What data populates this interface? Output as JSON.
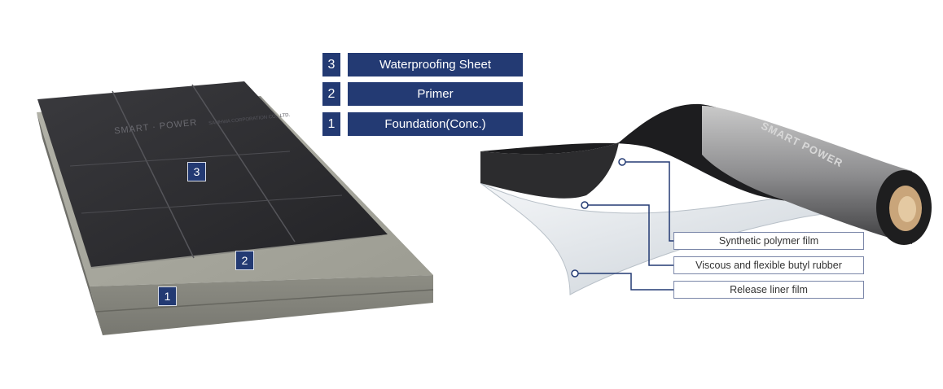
{
  "legend": [
    {
      "num": "3",
      "label": "Waterproofing Sheet"
    },
    {
      "num": "2",
      "label": "Primer"
    },
    {
      "num": "1",
      "label": "Foundation(Conc.)"
    }
  ],
  "layer_badges": {
    "sheet": "3",
    "primer": "2",
    "foundation": "1"
  },
  "sheet_print": {
    "brand": "SMART · POWER",
    "company": "SAMHWA CORPORATION CO., LTD."
  },
  "roll_print": {
    "brand": "SMART POWER"
  },
  "callouts": {
    "synthetic": "Synthetic polymer film",
    "butyl": "Viscous and flexible butyl rubber",
    "release": "Release liner film"
  },
  "colors": {
    "accent": "#233a73",
    "sheet": "#2a2a2c",
    "concrete": "#a6a69c"
  }
}
